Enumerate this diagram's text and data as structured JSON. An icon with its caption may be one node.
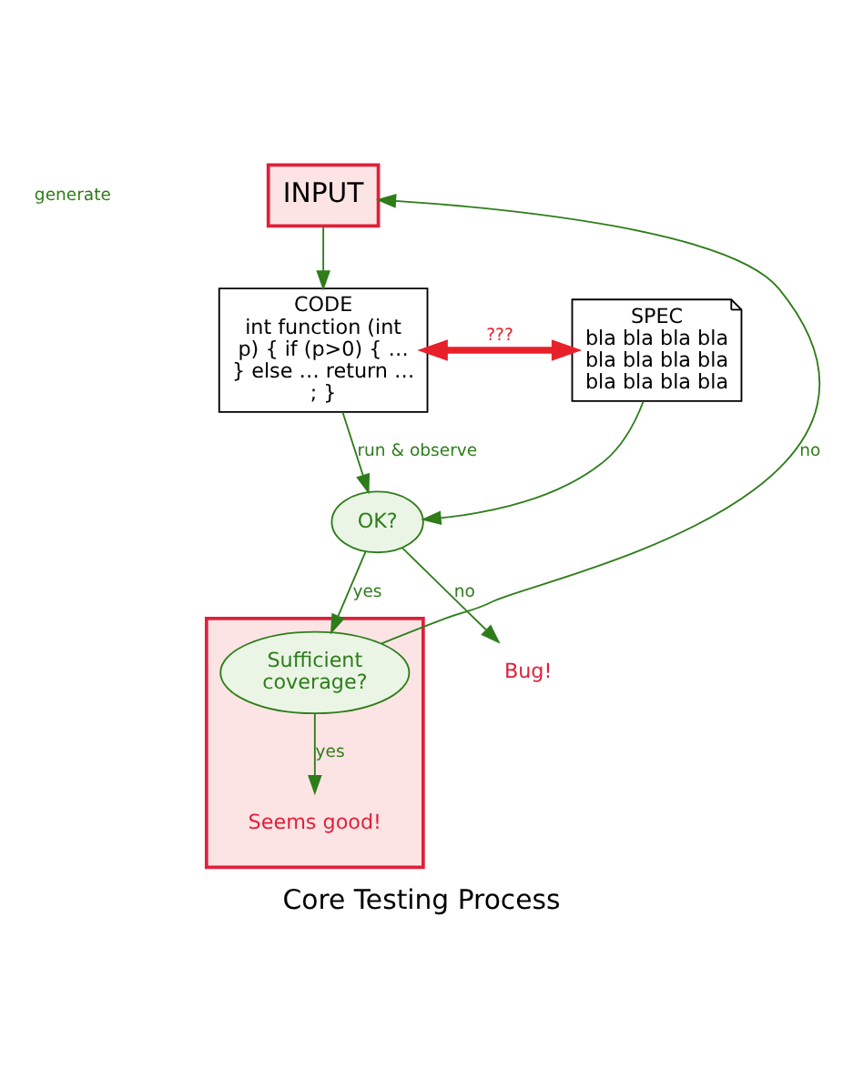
{
  "diagram": {
    "caption": "Core Testing Process",
    "nodes": [
      {
        "text": [
          "INPUT"
        ]
      },
      {
        "text": [
          "CODE",
          "int function (int p) { if (p>0) { … } else … return … ; }"
        ]
      },
      {
        "text": [
          "SPEC",
          "bla bla bla bla bla bla bla bla bla bla bla bla"
        ]
      },
      {
        "text": [],
        "shape": "box"
      },
      {
        "text": [
          "Sufficient coverage?"
        ],
        "in": 3
      },
      {
        "text": [
          "OK?"
        ]
      },
      {
        "text": [
          "Seems good!"
        ],
        "in": 3
      },
      {
        "text": [
          "Bug!"
        ]
      }
    ],
    "edges": [
      {
        "from": 0,
        "to": 1,
        "arrow": "to"
      },
      {
        "from": 1,
        "to": 2,
        "arrow": "both",
        "label": "???",
        "style": "thick",
        "color": "#e8202a"
      },
      {
        "from": 1,
        "to": 5,
        "arrow": "to",
        "label": "run & observe"
      },
      {
        "from": 2,
        "to": 5,
        "arrow": "to"
      },
      {
        "from": 5,
        "to": 4,
        "arrow": "to",
        "label": "yes"
      },
      {
        "from": 4,
        "to": 0,
        "arrow": "to",
        "label": "no"
      },
      {
        "from": 4,
        "to": 6,
        "arrow": "to",
        "label": "yes"
      },
      {
        "from": 5,
        "to": 7,
        "arrow": "to",
        "label": "no"
      }
    ],
    "labels": [
      "generate"
    ]
  }
}
